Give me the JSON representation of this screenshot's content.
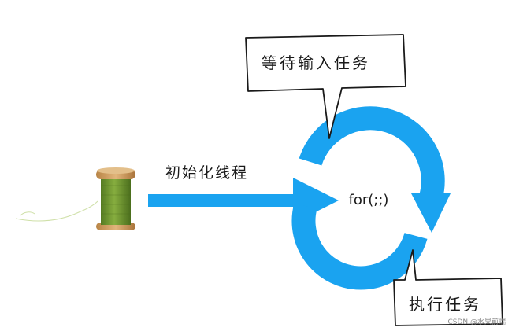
{
  "labels": {
    "init_thread": "初始化线程",
    "wait_input": "等待输入任务",
    "exec_task": "执行任务",
    "loop_code": "for(;;)"
  },
  "watermark": "CSDN @水果前端",
  "colors": {
    "arrow": "#1aa3f0",
    "thread": "#6f9a2e",
    "wood": "#c99a5c",
    "bubble_border": "#1a1a1a"
  }
}
